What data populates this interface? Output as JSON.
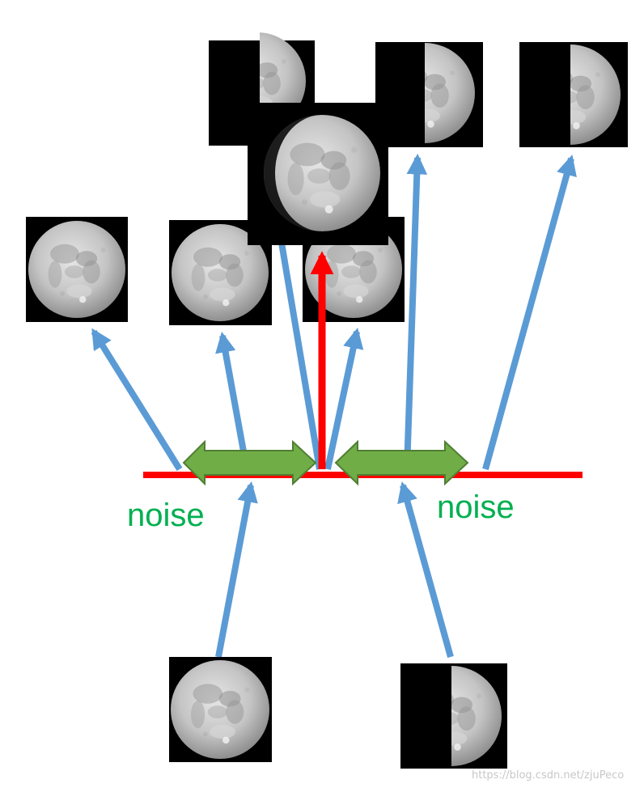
{
  "labels": {
    "noise_left": "noise",
    "noise_right": "noise",
    "watermark": "https://blog.csdn.net/zjuPeco"
  },
  "colors": {
    "background": "#ffffff",
    "baseline": "#ff0000",
    "arrow_blue": "#5b9bd5",
    "arrow_red": "#ff0000",
    "noise_arrow_fill": "#70ad47",
    "noise_arrow_stroke": "#507e32",
    "noise_text": "#00b050",
    "moon_tile": "#000000"
  },
  "moon_images": [
    {
      "name": "input-full-moon",
      "phase": "full"
    },
    {
      "name": "input-half-moon",
      "phase": "first-quarter"
    },
    {
      "name": "output-full-moon-1",
      "phase": "full"
    },
    {
      "name": "output-full-moon-2",
      "phase": "full"
    },
    {
      "name": "output-full-moon-3",
      "phase": "full"
    },
    {
      "name": "output-crescent-moon",
      "phase": "crescent"
    },
    {
      "name": "output-half-moon-1",
      "phase": "first-quarter"
    },
    {
      "name": "output-half-moon-2",
      "phase": "first-quarter"
    },
    {
      "name": "selected-gibbous-moon",
      "phase": "waxing-gibbous"
    }
  ]
}
